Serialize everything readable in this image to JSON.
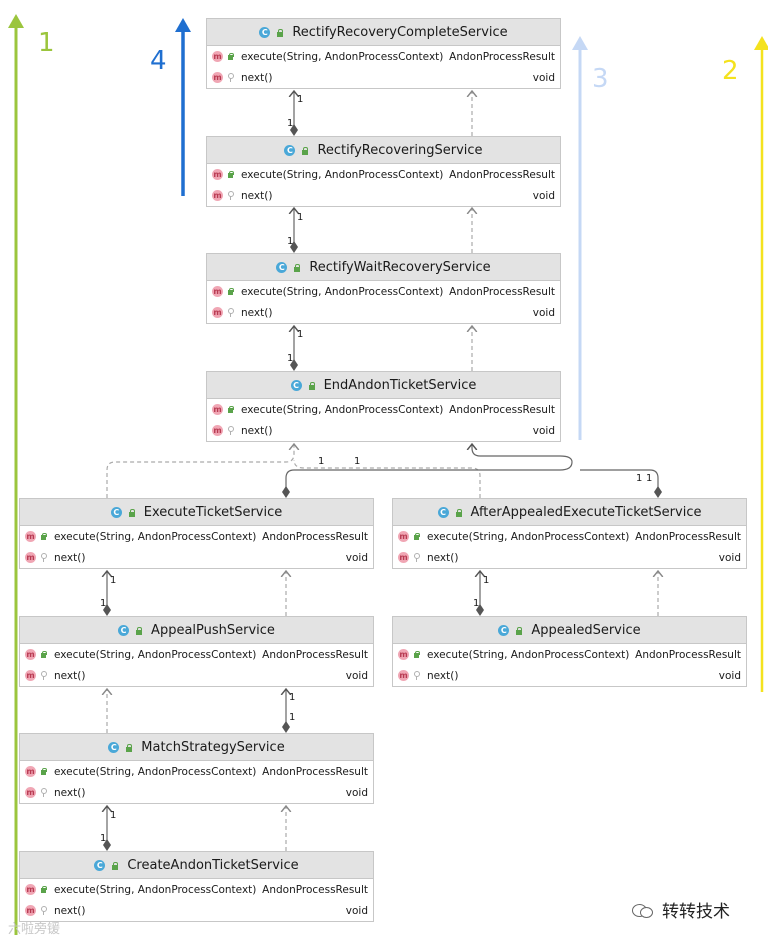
{
  "classes": [
    {
      "id": "rrc",
      "name": "RectifyRecoveryCompleteService"
    },
    {
      "id": "rr",
      "name": "RectifyRecoveringService"
    },
    {
      "id": "rwr",
      "name": "RectifyWaitRecoveryService"
    },
    {
      "id": "eat",
      "name": "EndAndonTicketService"
    },
    {
      "id": "et",
      "name": "ExecuteTicketService"
    },
    {
      "id": "aaet",
      "name": "AfterAppealedExecuteTicketService"
    },
    {
      "id": "ap",
      "name": "AppealPushService"
    },
    {
      "id": "as",
      "name": "AppealedService"
    },
    {
      "id": "ms",
      "name": "MatchStrategyService"
    },
    {
      "id": "cat",
      "name": "CreateAndonTicketService"
    }
  ],
  "methods": {
    "execute": {
      "signature": "execute(String, AndonProcessContext)",
      "returns": "AndonProcessResult"
    },
    "next": {
      "signature": "next()",
      "returns": "void"
    }
  },
  "icons": {
    "class_badge": "C",
    "method_badge": "m"
  },
  "multiplicity": "1",
  "arrows": [
    {
      "label": "1",
      "color": "#9bc53d"
    },
    {
      "label": "2",
      "color": "#f4e21e"
    },
    {
      "label": "3",
      "color": "#c5d8f5"
    },
    {
      "label": "4",
      "color": "#1f6fd0"
    }
  ],
  "watermark": {
    "text": "转转技术",
    "faint_text": "六啦旁锾"
  }
}
